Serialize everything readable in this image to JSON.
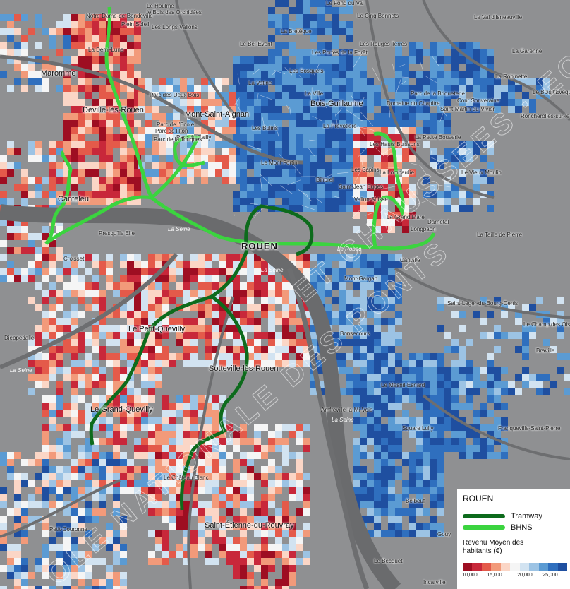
{
  "map": {
    "area": "ROUEN",
    "places": [
      {
        "id": "notre-dame-de-bondeville",
        "label": "Notre-Dame-de-Bondeville",
        "kind": "small"
      },
      {
        "id": "le-houlme",
        "label": "Le Houlme",
        "kind": "small"
      },
      {
        "id": "le-fond-du-val",
        "label": "Le Fond du Val",
        "kind": "small"
      },
      {
        "id": "le-val-d-isneauville",
        "label": "Le Val d'Isneauville",
        "kind": "small"
      },
      {
        "id": "le-bois-d-orchidees",
        "label": "le Bois des Orchidées",
        "kind": "small"
      },
      {
        "id": "plein-soleil",
        "label": "Plein Soleil",
        "kind": "small"
      },
      {
        "id": "les-longs-vallons",
        "label": "Les Longs Vallons",
        "kind": "small"
      },
      {
        "id": "le-cinq-bonnets",
        "label": "Le Cinq Bonnets",
        "kind": "small"
      },
      {
        "id": "la-bretèque",
        "label": "La Bretèque",
        "kind": "small"
      },
      {
        "id": "la-garenne",
        "label": "La Garenne",
        "kind": "small"
      },
      {
        "id": "la-demi-lune",
        "label": "La Demi-Lune",
        "kind": "small"
      },
      {
        "id": "le-bel-event",
        "label": "Le Bel-Event",
        "kind": "small"
      },
      {
        "id": "les-portes-de-la-foret",
        "label": "Les Portes de la Forêt",
        "kind": "small"
      },
      {
        "id": "les-rouges-terres",
        "label": "Les Rouges Terres",
        "kind": "small"
      },
      {
        "id": "la-robinette",
        "label": "La Robinette",
        "kind": "small"
      },
      {
        "id": "maromme",
        "label": "Maromme",
        "kind": "town"
      },
      {
        "id": "les-bosquets",
        "label": "Les Bosquets",
        "kind": "small"
      },
      {
        "id": "la-vatine",
        "label": "La Vatine",
        "kind": "small"
      },
      {
        "id": "la-ville",
        "label": "La Ville",
        "kind": "small"
      },
      {
        "id": "parc-des-deux-bois",
        "label": "Parc des Deux Bois",
        "kind": "small"
      },
      {
        "id": "parc-de-la-briqueterie",
        "label": "Parc de la Briqueterie",
        "kind": "small"
      },
      {
        "id": "domaine-du-chapitre",
        "label": "Domaine du Chapitre",
        "kind": "small"
      },
      {
        "id": "cour-souveraine",
        "label": "Cour Souveraine",
        "kind": "small"
      },
      {
        "id": "le-bois-l-eveque",
        "label": "Le Bois l'Evêque",
        "kind": "small"
      },
      {
        "id": "deville-les-rouen",
        "label": "Déville-lès-Rouen",
        "kind": "town"
      },
      {
        "id": "mont-saint-aignan",
        "label": "Mont-Saint-Aignan",
        "kind": "town"
      },
      {
        "id": "bois-guillaume",
        "label": "Bois-Guillaume",
        "kind": "town"
      },
      {
        "id": "saint-martin-du-vivier",
        "label": "Saint-Martin-du-Vivier",
        "kind": "small"
      },
      {
        "id": "roncherolles-sur-le-vivier",
        "label": "Roncherolles-sur-le-Vivier",
        "kind": "small"
      },
      {
        "id": "parc-de-l-ecole",
        "label": "Parc de l'Ecole",
        "kind": "small"
      },
      {
        "id": "parc-de-l-iton",
        "label": "Parc de l'Iton",
        "kind": "small"
      },
      {
        "id": "parc-du-cailly",
        "label": "Parc du Cailly",
        "kind": "small"
      },
      {
        "id": "parc-de-la-touques",
        "label": "Parc de la Touques",
        "kind": "small"
      },
      {
        "id": "les-bulins",
        "label": "Les Bulins",
        "kind": "small"
      },
      {
        "id": "la-prevotiere",
        "label": "La Prévotière",
        "kind": "small"
      },
      {
        "id": "la-petite-bouverie",
        "label": "La Petite Bouverie",
        "kind": "small"
      },
      {
        "id": "les-hauts-buissons",
        "label": "Les Hauts Buissons",
        "kind": "small"
      },
      {
        "id": "le-mont-fortin",
        "label": "Le Mont Fortin",
        "kind": "small"
      },
      {
        "id": "les-sapins",
        "label": "Les Sapins",
        "kind": "small"
      },
      {
        "id": "la-lombardie",
        "label": "La Lombardie",
        "kind": "small"
      },
      {
        "id": "le-vieux-moulin",
        "label": "Le Vieux Moulin",
        "kind": "small"
      },
      {
        "id": "canteleu",
        "label": "Canteleu",
        "kind": "town"
      },
      {
        "id": "bihorel",
        "label": "Bihorel",
        "kind": "small"
      },
      {
        "id": "saint-jean-eudes",
        "label": "Saint-Jean Eudes",
        "kind": "small"
      },
      {
        "id": "vallon-suisse",
        "label": "Vallon Suisse",
        "kind": "small"
      },
      {
        "id": "le-grand-mare",
        "label": "Le Grand Mare",
        "kind": "small"
      },
      {
        "id": "darnetal",
        "label": "Darnétal",
        "kind": "small"
      },
      {
        "id": "longpaon",
        "label": "Longpaon",
        "kind": "small"
      },
      {
        "id": "la-taille-de-pierre",
        "label": "La Taille de Pierre",
        "kind": "small"
      },
      {
        "id": "la-seine-1",
        "label": "La Seine",
        "kind": "river"
      },
      {
        "id": "presquile-ele",
        "label": "Presqu'île Elie",
        "kind": "small"
      },
      {
        "id": "rouen",
        "label": "ROUEN",
        "kind": "city"
      },
      {
        "id": "le-robec",
        "label": "Le Robec",
        "kind": "river"
      },
      {
        "id": "croisset",
        "label": "Croisset",
        "kind": "small"
      },
      {
        "id": "canville",
        "label": "Canville",
        "kind": "small"
      },
      {
        "id": "la-seine-2",
        "label": "La Seine",
        "kind": "river"
      },
      {
        "id": "mont-gargan",
        "label": "Mont-Gargan",
        "kind": "small"
      },
      {
        "id": "saint-leger-du-bourg-denis",
        "label": "Saint-Léger-du-Bourg-Denis",
        "kind": "small"
      },
      {
        "id": "le-champ-des-oiseaux",
        "label": "Le Champ des Oiseaux",
        "kind": "small"
      },
      {
        "id": "le-petit-quevilly",
        "label": "Le Petit-Quevilly",
        "kind": "town"
      },
      {
        "id": "dieppedalle",
        "label": "Dieppedalle",
        "kind": "small"
      },
      {
        "id": "bonsecours",
        "label": "Bonsecours",
        "kind": "small"
      },
      {
        "id": "bravillle",
        "label": "Braville",
        "kind": "small"
      },
      {
        "id": "sotteville-les-rouen",
        "label": "Sotteville-lès-Rouen",
        "kind": "town"
      },
      {
        "id": "la-seine-3",
        "label": "La Seine",
        "kind": "river"
      },
      {
        "id": "le-mesnil-esnard",
        "label": "Le Mesnil-Esnard",
        "kind": "small"
      },
      {
        "id": "le-grand-quevilly",
        "label": "Le Grand-Quevilly",
        "kind": "town"
      },
      {
        "id": "amfreville-la-mi-voie",
        "label": "Amfreville-la-Mi-Voie",
        "kind": "small"
      },
      {
        "id": "la-seine-4",
        "label": "La Seine",
        "kind": "river"
      },
      {
        "id": "square-lully",
        "label": "Square Lully",
        "kind": "small"
      },
      {
        "id": "franqueville-saint-pierre",
        "label": "Franqueville-Saint-Pierre",
        "kind": "small"
      },
      {
        "id": "le-chateau-blanc",
        "label": "Le Château Blanc",
        "kind": "small"
      },
      {
        "id": "saint-etienne-du-rouvray",
        "label": "Saint-Étienne-du-Rouvray",
        "kind": "town"
      },
      {
        "id": "petit-couronne",
        "label": "Petit-Couronne",
        "kind": "small"
      },
      {
        "id": "belbeuf",
        "label": "Belbeuf",
        "kind": "small"
      },
      {
        "id": "gouy",
        "label": "Gouy",
        "kind": "small"
      },
      {
        "id": "le-becquet",
        "label": "Le Becquet",
        "kind": "small"
      },
      {
        "id": "incarville",
        "label": "Incarville",
        "kind": "small"
      }
    ]
  },
  "legend": {
    "title": "ROUEN",
    "tram_label": "Tramway",
    "bhns_label": "BHNS",
    "income_title": "Revenu Moyen des habitants (€)",
    "ticks": [
      "10,000",
      "15,000",
      "20,000",
      "25,000"
    ],
    "tram_color": "#0d6b1c",
    "bhns_color": "#3bd43f"
  },
  "colors": {
    "ramp": [
      "#9e0e22",
      "#c8283a",
      "#e45a4a",
      "#f29a7a",
      "#fbd6c6",
      "#f5f5f5",
      "#d2e3f1",
      "#9cc3e4",
      "#5b9bd3",
      "#2f6fbe",
      "#1f4fa0"
    ],
    "background": "#8f9092"
  }
}
